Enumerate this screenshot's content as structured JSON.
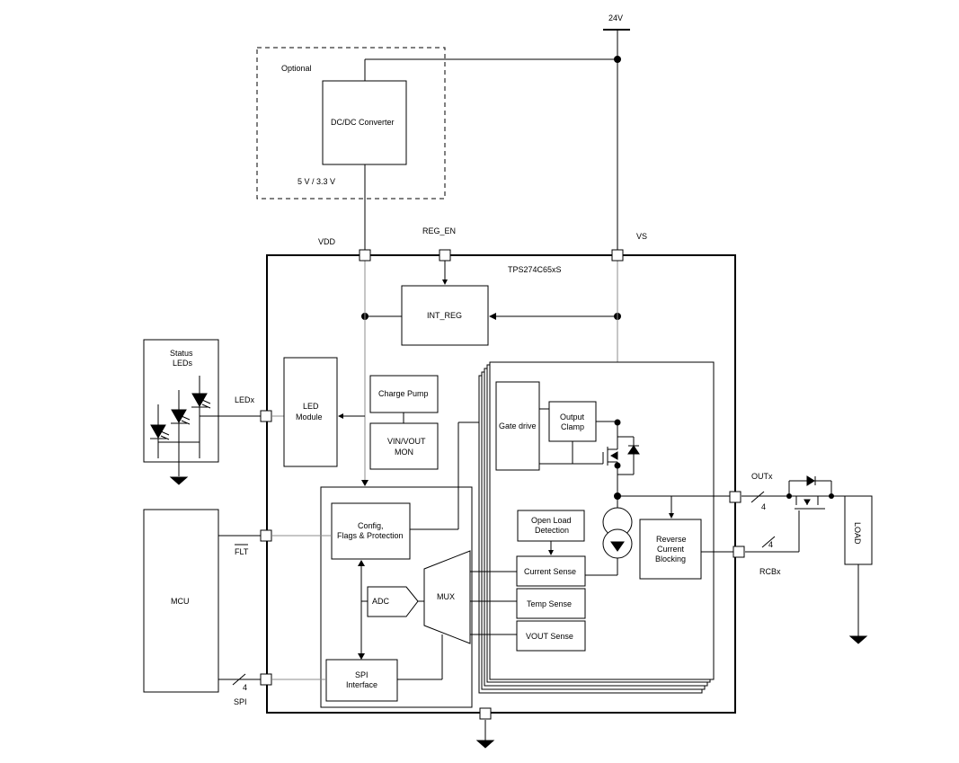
{
  "supply": {
    "label": "24V"
  },
  "optional_block": {
    "label": "Optional",
    "converter_label": "DC/DC Converter",
    "output_label": "5 V / 3.3 V"
  },
  "pins": {
    "vdd": "VDD",
    "reg_en": "REG_EN",
    "vs": "VS",
    "ledx": "LEDx",
    "flt": "FLT",
    "spi": "SPI",
    "spi_width": "4",
    "outx": "OUTx",
    "outx_width": "4",
    "rcbx": "RCBx",
    "rcbx_width": "4"
  },
  "chip": {
    "name": "TPS274C65xS"
  },
  "blocks": {
    "int_reg": "INT_REG",
    "status_leds_line1": "Status",
    "status_leds_line2": "LEDs",
    "led_module_line1": "LED",
    "led_module_line2": "Module",
    "charge_pump": "Charge Pump",
    "mon_line1": "VIN/VOUT",
    "mon_line2": "MON",
    "config_line1": "Config,",
    "config_line2": "Flags & Protection",
    "adc": "ADC",
    "mux": "MUX",
    "spi_line1": "SPI",
    "spi_line2": "Interface",
    "gate_drive": "Gate drive",
    "output_clamp_line1": "Output",
    "output_clamp_line2": "Clamp",
    "open_load_line1": "Open Load",
    "open_load_line2": "Detection",
    "current_sense": "Current Sense",
    "temp_sense": "Temp Sense",
    "vout_sense": "VOUT Sense",
    "reverse_line1": "Reverse",
    "reverse_line2": "Current",
    "reverse_line3": "Blocking",
    "mcu": "MCU",
    "load": "LOAD"
  }
}
